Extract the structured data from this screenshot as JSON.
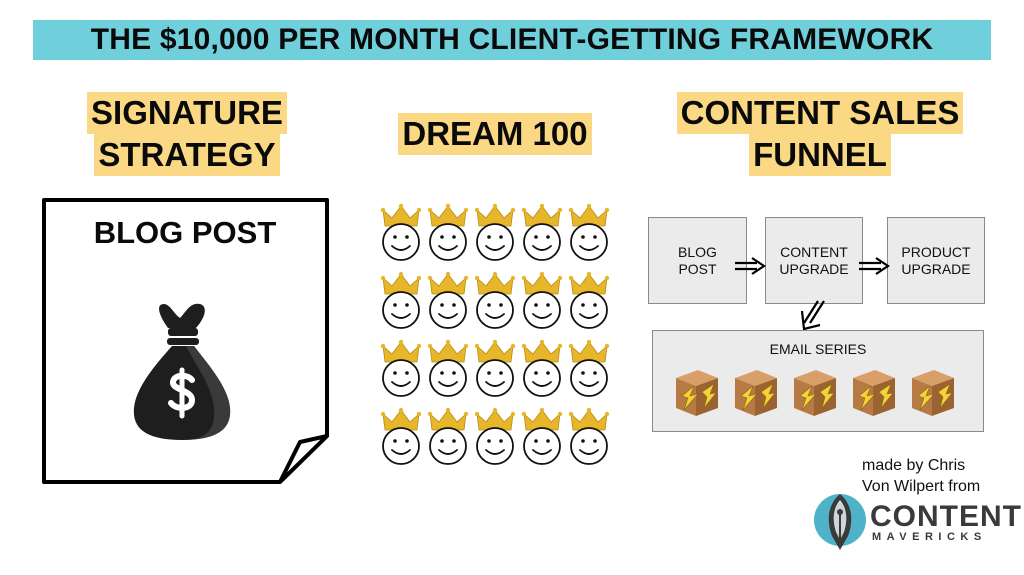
{
  "title": "THE $10,000 PER MONTH CLIENT-GETTING FRAMEWORK",
  "columns": {
    "signature": {
      "line1": "SIGNATURE",
      "line2": "STRATEGY"
    },
    "dream": {
      "line1": "DREAM 100"
    },
    "funnel": {
      "line1": "CONTENT SALES",
      "line2": "FUNNEL"
    }
  },
  "blog_post": {
    "title": "BLOG POST",
    "icon": "money-bag-icon"
  },
  "dream_grid": {
    "rows": 4,
    "cols": 5,
    "icon": "crowned-smiley-icon"
  },
  "funnel": {
    "blog_post": {
      "line1": "BLOG",
      "line2": "POST"
    },
    "content_upgrade": {
      "line1": "CONTENT",
      "line2": "UPGRADE"
    },
    "product_upgrade": {
      "line1": "PRODUCT",
      "line2": "UPGRADE"
    },
    "email_series": {
      "label": "EMAIL SERIES",
      "count": 5,
      "icon": "lightning-box-icon"
    }
  },
  "credit": {
    "line1": "made by Chris",
    "line2": "Von Wilpert from",
    "brand_main": "CONTENT",
    "brand_sub": "MAVERICKS"
  },
  "colors": {
    "banner": "#6fd0dc",
    "highlight": "#fbd984",
    "box_fill": "#ebebeb",
    "crown": "#e8b62a",
    "brand_teal": "#4fb3c8"
  }
}
